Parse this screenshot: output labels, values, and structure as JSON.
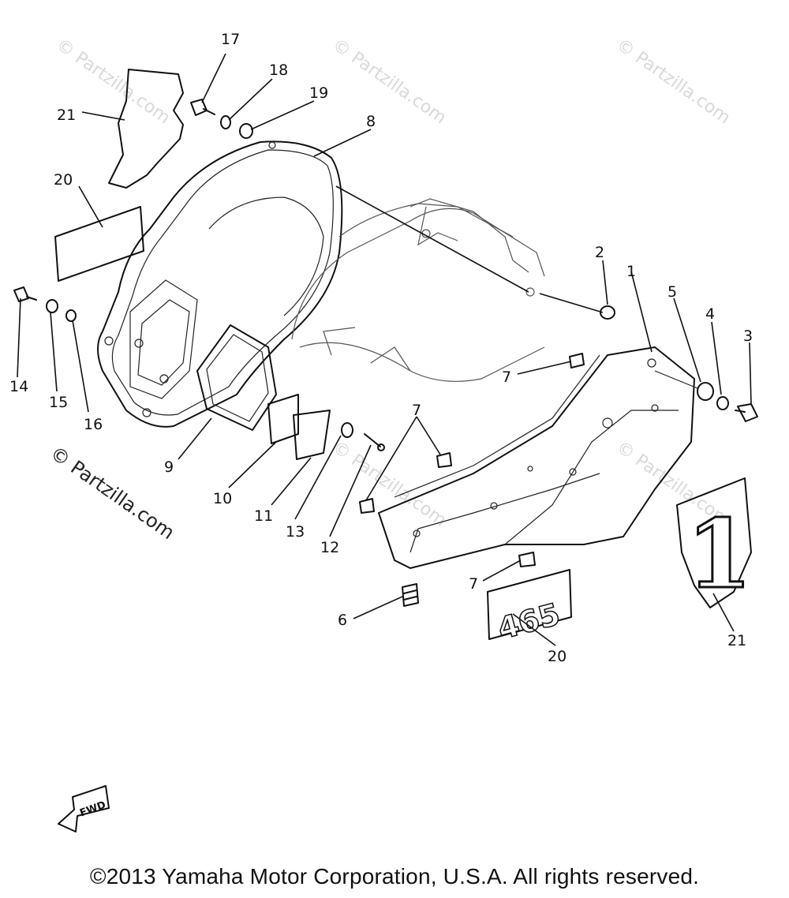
{
  "callouts": {
    "c1": "1",
    "c2": "2",
    "c3": "3",
    "c4": "4",
    "c5": "5",
    "c6": "6",
    "c7a": "7",
    "c7b": "7",
    "c7c": "7",
    "c8": "8",
    "c9": "9",
    "c10": "10",
    "c11": "11",
    "c12": "12",
    "c13": "13",
    "c14": "14",
    "c15": "15",
    "c16": "16",
    "c17": "17",
    "c18": "18",
    "c19": "19",
    "c20a": "20",
    "c20b": "20",
    "c21a": "21",
    "c21b": "21"
  },
  "decals": {
    "model_number": "465",
    "number_one": "1"
  },
  "fwd_label": "FWD",
  "watermarks": {
    "faint": "© Partzilla.com",
    "dark": "© Partzilla.com"
  },
  "copyright": "©2013 Yamaha Motor Corporation, U.S.A. All rights reserved."
}
